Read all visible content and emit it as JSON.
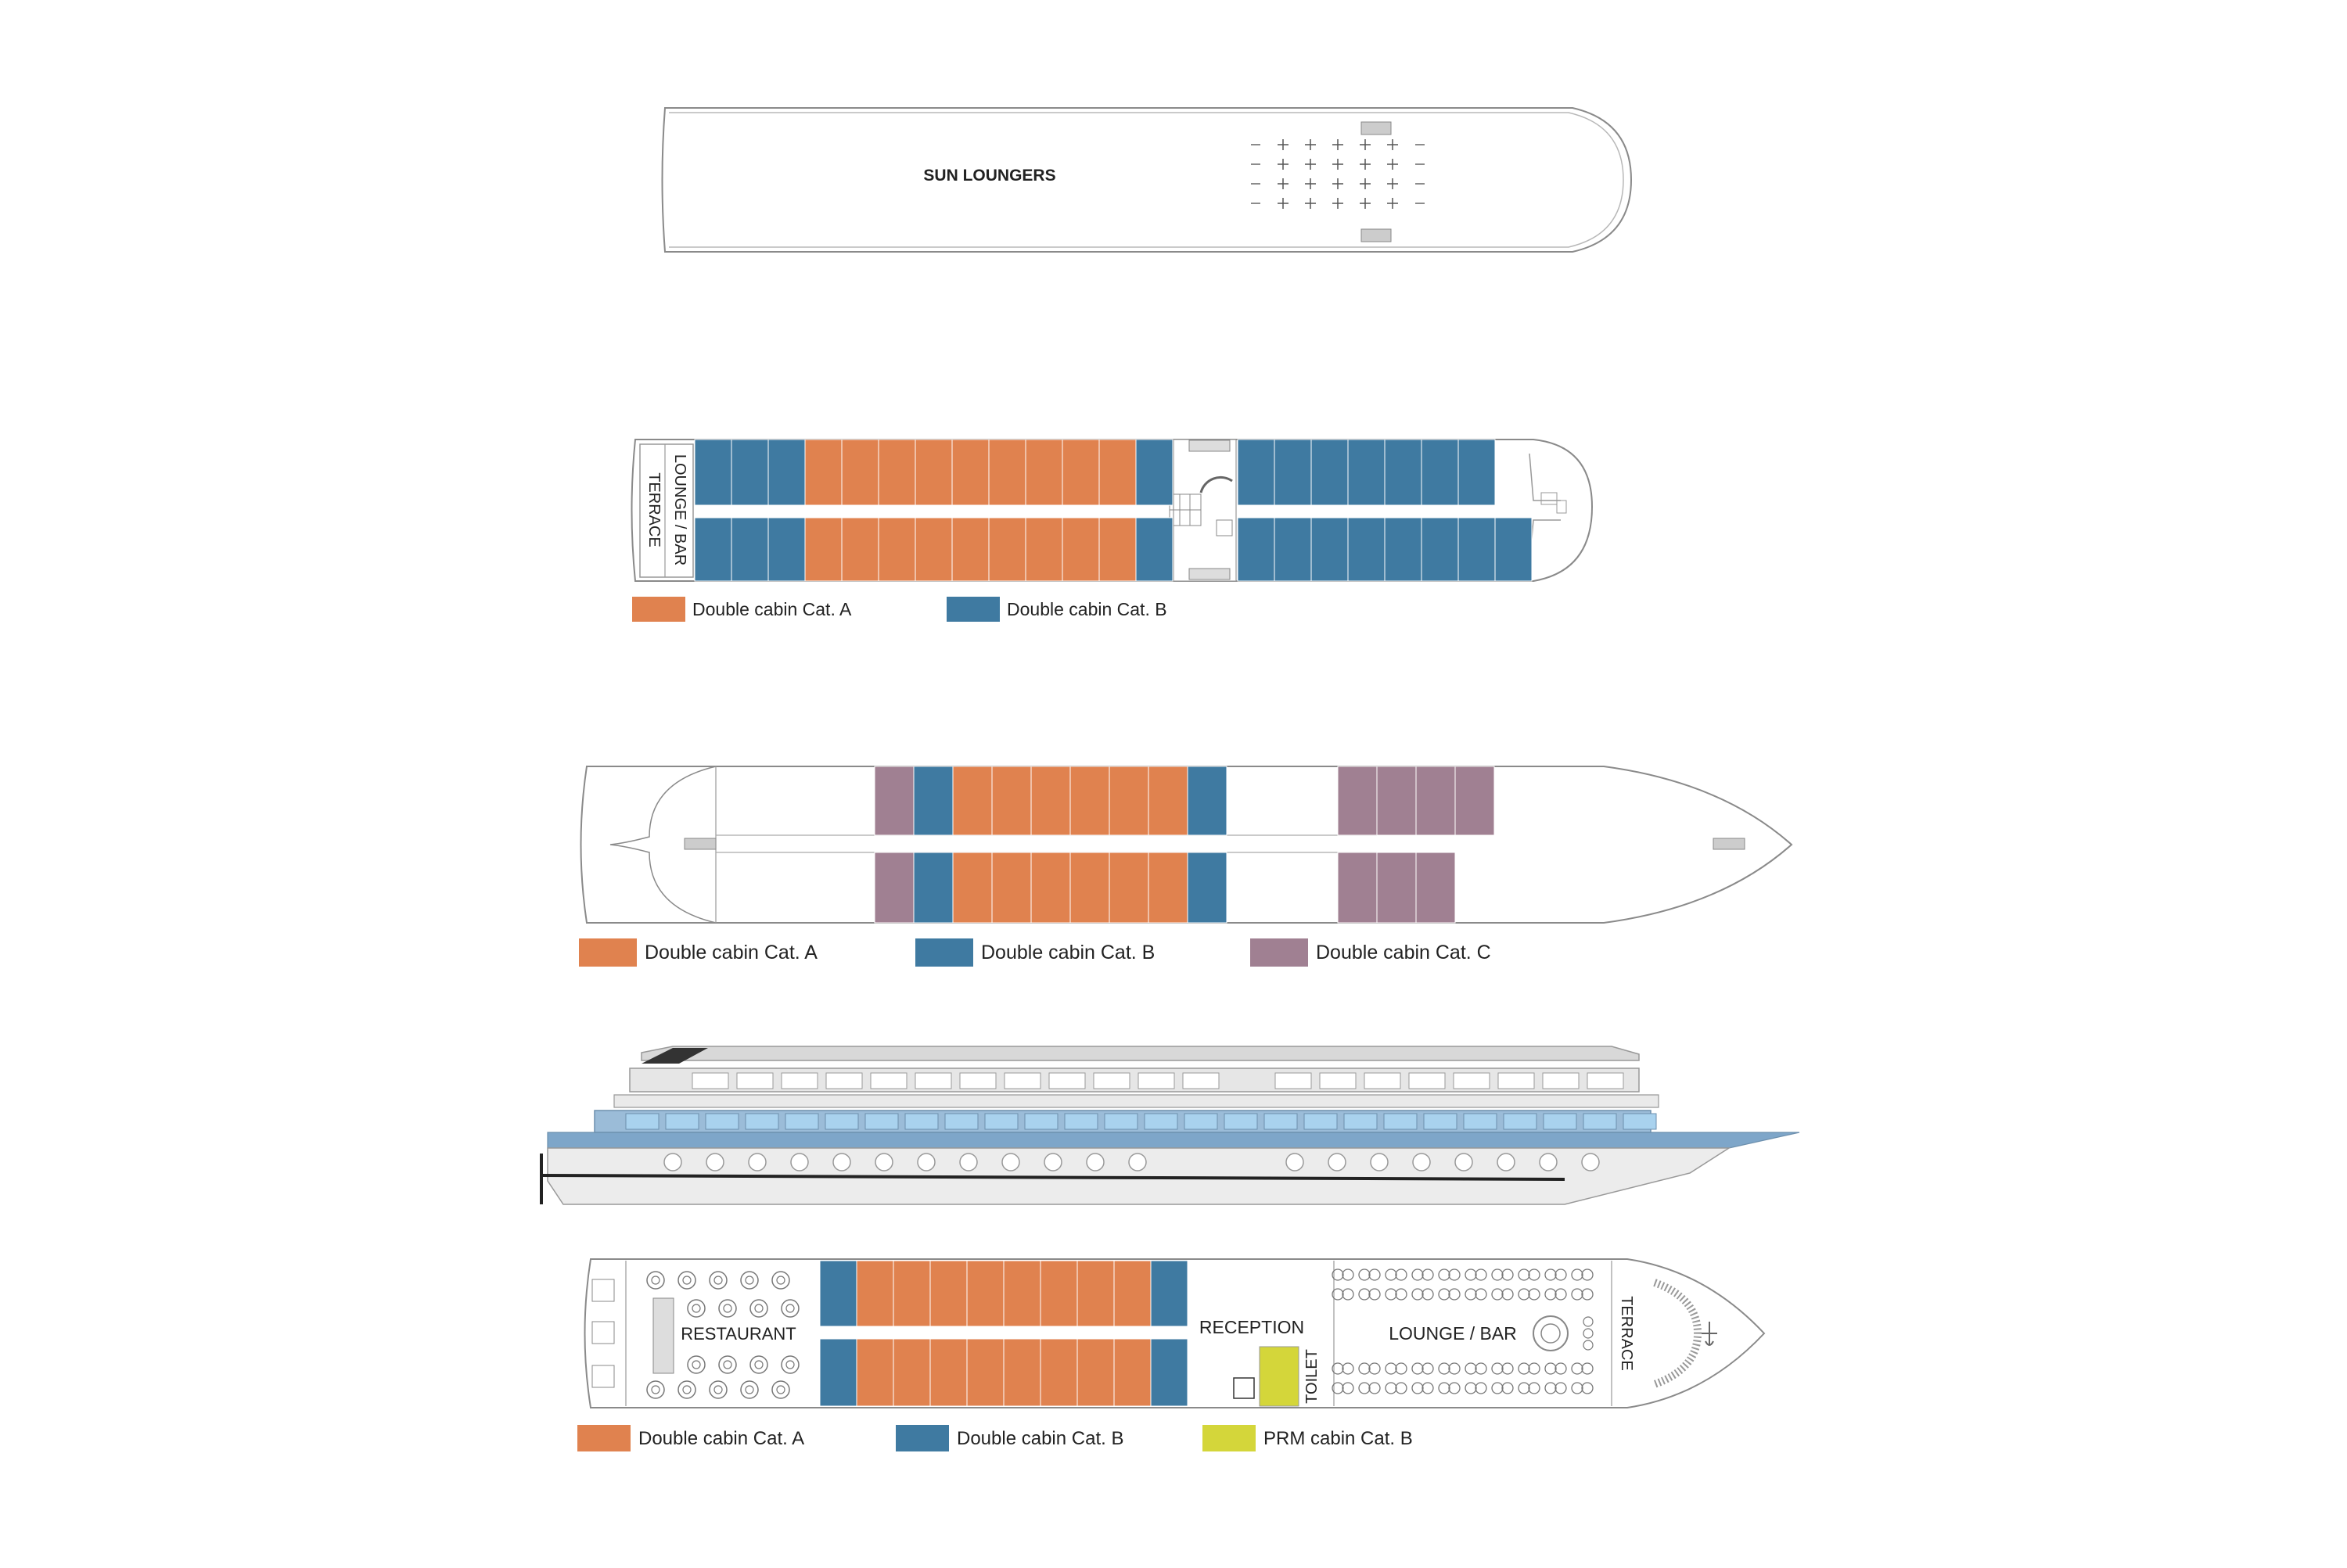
{
  "sun_deck": {
    "label": "SUN LOUNGERS"
  },
  "upper_deck": {
    "aft_labels": [
      "LOUNGE / BAR",
      "TERRACE"
    ],
    "legend": [
      {
        "label": "Double cabin Cat. A",
        "color": "#e0824f"
      },
      {
        "label": "Double cabin Cat. B",
        "color": "#3f7aa1"
      }
    ]
  },
  "main_deck": {
    "legend": [
      {
        "label": "Double cabin Cat. A",
        "color": "#e0824f"
      },
      {
        "label": "Double cabin Cat. B",
        "color": "#3f7aa1"
      },
      {
        "label": "Double cabin Cat. C",
        "color": "#a08092"
      }
    ]
  },
  "lower_deck": {
    "labels": {
      "restaurant": "RESTAURANT",
      "reception": "RECEPTION",
      "toilet": "TOILET",
      "lounge_bar": "LOUNGE / BAR",
      "terrace": "TERRACE"
    },
    "legend": [
      {
        "label": "Double cabin Cat. A",
        "color": "#e0824f"
      },
      {
        "label": "Double cabin Cat. B",
        "color": "#3f7aa1"
      },
      {
        "label": "PRM cabin Cat. B",
        "color": "#d4d63a"
      }
    ]
  },
  "colors": {
    "cat_a": "#e0824f",
    "cat_b": "#3f7aa1",
    "cat_c": "#a08092",
    "prm": "#d4d63a",
    "outline": "#8a8a8a",
    "hull_blue": "#7ea6c9",
    "window_blue": "#a9d2ee"
  }
}
